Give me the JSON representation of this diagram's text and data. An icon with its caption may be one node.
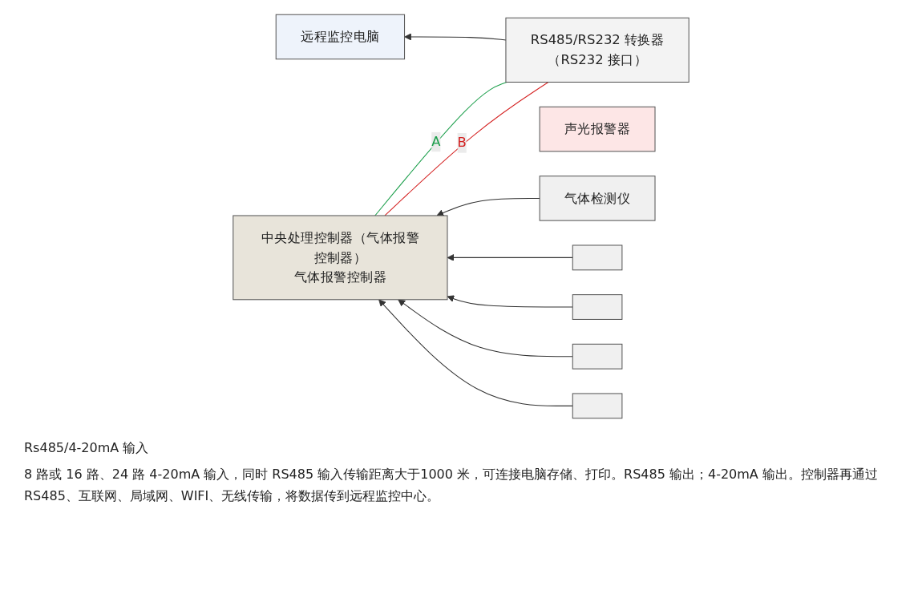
{
  "diagram": {
    "nodes": [
      {
        "text": [
          "远程监控电脑"
        ]
      },
      {
        "text": [
          "RS485/RS232 转换器",
          "（RS232 接口）"
        ]
      },
      {
        "text": [
          "中央处理控制器（气体报警控制器）",
          "气体报警控制器"
        ]
      },
      {
        "text": [
          "声光报警器"
        ]
      },
      {
        "text": [
          "气体检测仪"
        ]
      },
      {
        "text": [],
        "shape": "box"
      },
      {
        "text": [],
        "shape": "box"
      },
      {
        "text": [],
        "shape": "box"
      },
      {
        "text": [],
        "shape": "box"
      }
    ],
    "edges": [
      {
        "from": 1,
        "to": 0,
        "arrow": "to"
      },
      {
        "from": 1,
        "to": 2,
        "arrow": "none",
        "label": "A",
        "color": "#1a9e4a"
      },
      {
        "from": 1,
        "to": 2,
        "arrow": "none",
        "label": "B",
        "color": "#d42020"
      },
      {
        "from": 4,
        "to": 2,
        "arrow": "to"
      },
      {
        "from": 5,
        "to": 2,
        "arrow": "to"
      },
      {
        "from": 6,
        "to": 2,
        "arrow": "to"
      },
      {
        "from": 7,
        "to": 2,
        "arrow": "to"
      },
      {
        "from": 8,
        "to": 2,
        "arrow": "to"
      }
    ],
    "labels": [
      "Rs485/4-20mA 输入",
      "8 路或 16 路、24 路 4-20mA 输入，同时 RS485 输入传输距离大于1000 米，可连接电脑存储、打印。RS485 输出；4-20mA 输出。控制器再通过 RS485、互联网、局域网、WIFI、无线传输，将数据传到远程监控中心。"
    ]
  }
}
